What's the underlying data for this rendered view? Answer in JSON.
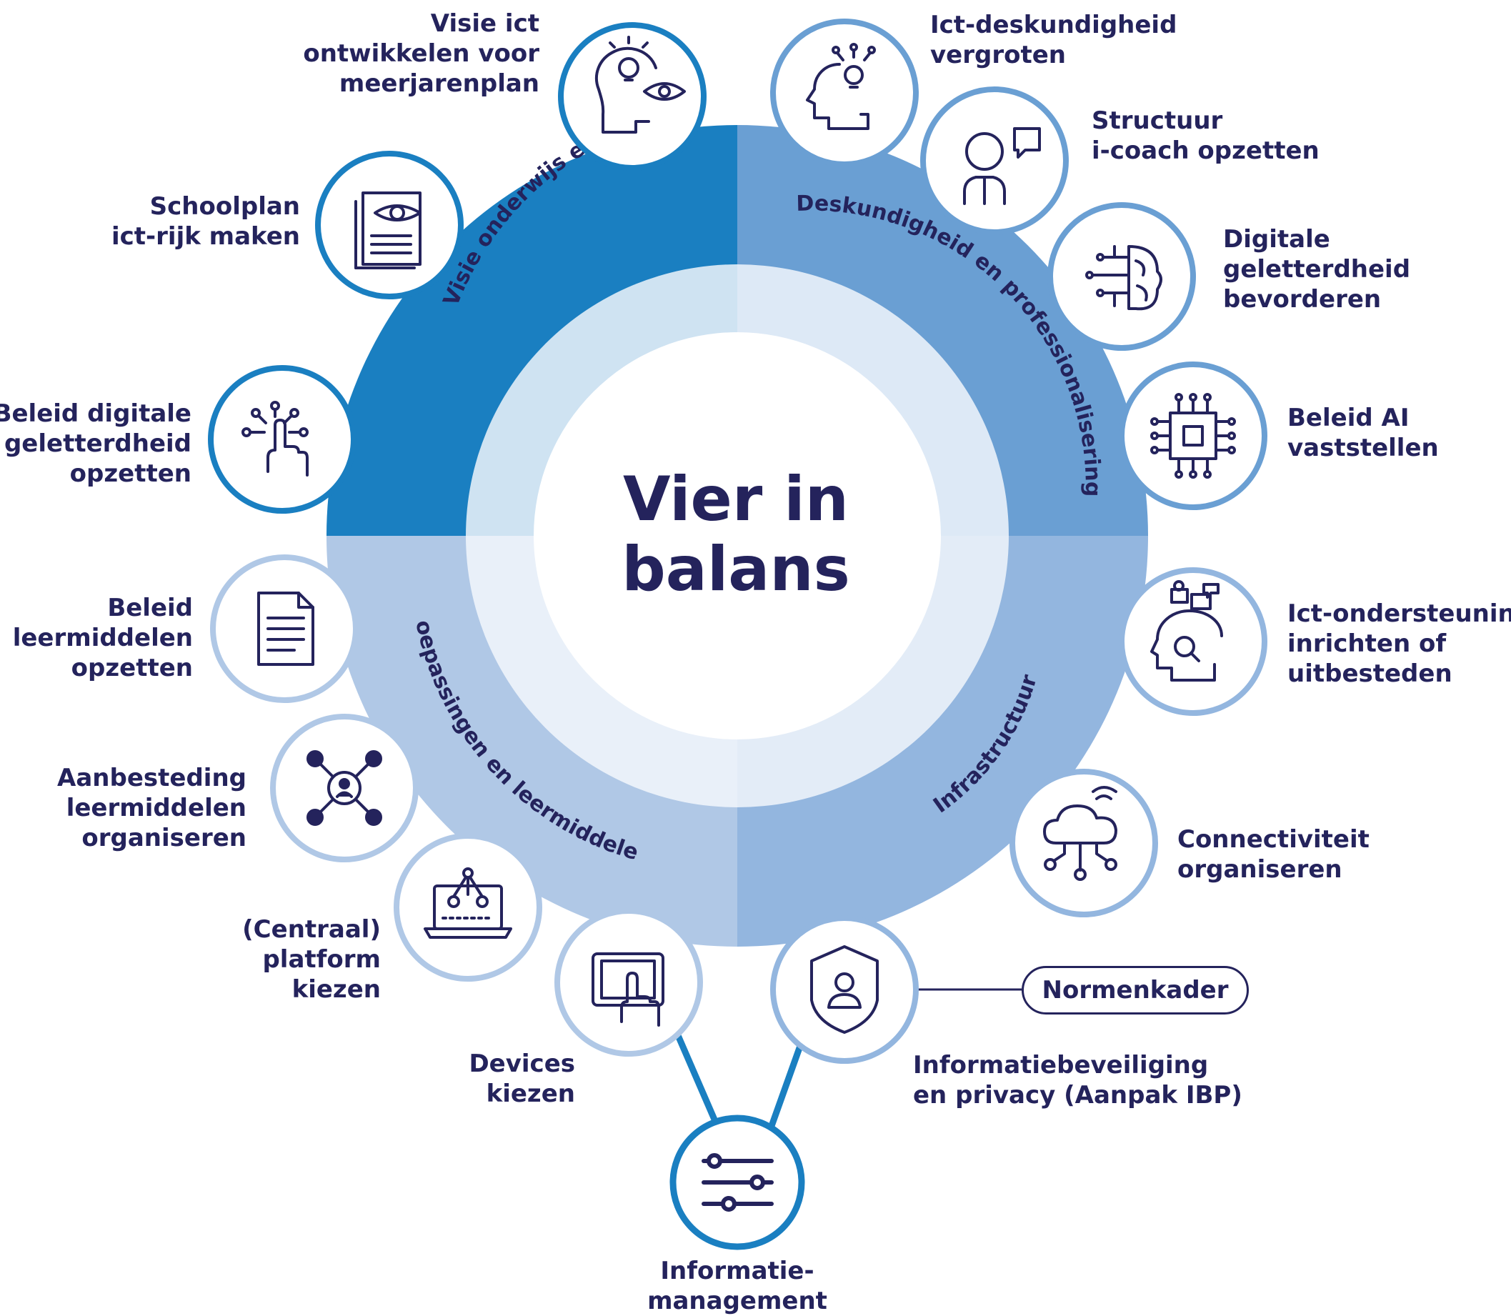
{
  "title": [
    "Vier in",
    "balans"
  ],
  "colors": {
    "navy": "#24235c",
    "q_visie": "#1a7fc1",
    "q_deskundigheid": "#6a9fd3",
    "q_infrastructuur": "#93b6df",
    "q_toepassingen": "#b0c8e6",
    "connector": "#1a7fc1"
  },
  "quadrants": {
    "visie": "Visie onderwijs en ict",
    "deskundigheid": "Deskundigheid en professionalisering",
    "infrastructuur": "Infrastructuur",
    "toepassingen": "Toepassingen en leermiddelen"
  },
  "items": {
    "visie_ict": [
      "Visie ict",
      "ontwikkelen voor",
      "meerjarenplan"
    ],
    "schoolplan": [
      "Schoolplan",
      "ict-rijk maken"
    ],
    "beleid_digitale": [
      "Beleid digitale",
      "geletterdheid",
      "opzetten"
    ],
    "ict_deskundigheid": [
      "Ict-deskundigheid",
      "vergroten"
    ],
    "structuur": [
      "Structuur",
      "i-coach opzetten"
    ],
    "digitale_geletterdheid": [
      "Digitale",
      "geletterdheid",
      "bevorderen"
    ],
    "beleid_ai": [
      "Beleid AI",
      "vaststellen"
    ],
    "ict_ondersteuning": [
      "Ict-ondersteuning",
      "inrichten of",
      "uitbesteden"
    ],
    "connectiviteit": [
      "Connectiviteit",
      "organiseren"
    ],
    "informatiebeveiliging": [
      "Informatiebeveiliging",
      "en privacy (Aanpak IBP)"
    ],
    "beleid_leermiddelen": [
      "Beleid",
      "leermiddelen",
      "opzetten"
    ],
    "aanbesteding": [
      "Aanbesteding",
      "leermiddelen",
      "organiseren"
    ],
    "platform": [
      "(Centraal)",
      "platform",
      "kiezen"
    ],
    "devices": [
      "Devices",
      "kiezen"
    ],
    "informatiemanagement": [
      "Informatie-",
      "management"
    ]
  },
  "normenkader": "Normenkader",
  "icons": {
    "visie_ict": "head-lightbulb-eye-icon",
    "schoolplan": "document-eye-icon",
    "beleid_digitale": "hand-touch-icon",
    "ict_deskundigheid": "head-lightbulb-icon",
    "structuur": "coach-speech-icon",
    "digitale_geletterdheid": "brain-circuit-icon",
    "beleid_ai": "ai-chip-icon",
    "ict_ondersteuning": "head-search-icon",
    "connectiviteit": "cloud-network-icon",
    "informatiebeveiliging": "shield-user-icon",
    "beleid_leermiddelen": "document-icon",
    "aanbesteding": "network-user-icon",
    "platform": "laptop-network-icon",
    "devices": "tablet-touch-icon",
    "informatiemanagement": "sliders-icon"
  }
}
